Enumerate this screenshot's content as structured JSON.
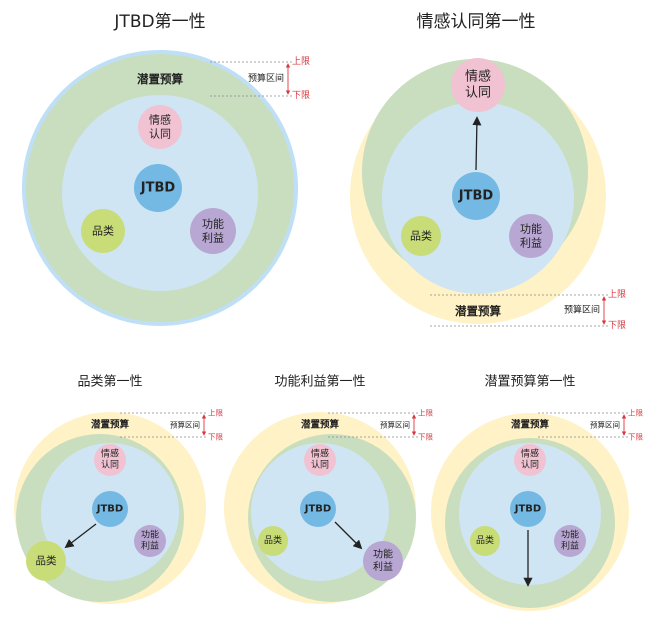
{
  "colors": {
    "yellow": "#FFF2C7",
    "green": "#C9DEBE",
    "blue": "#CFE5F3",
    "blueBorder": "#BEDFF5",
    "emotion": "#F1C2D2",
    "jtbd": "#74B9E3",
    "category": "#C8DC78",
    "function": "#B7A7D2",
    "text": "#222222",
    "red": "#D9373F",
    "dashed": "#8A8A8A"
  },
  "labels": {
    "emotion": [
      "情感",
      "认同"
    ],
    "jtbd": "JTBD",
    "category": "品类",
    "function": [
      "功能",
      "利益"
    ],
    "budget": "潜置预算",
    "range": "预算区间",
    "upper": "上限",
    "lower": "下限"
  },
  "diagrams": [
    {
      "id": "jtbd-first",
      "title": "JTBD第一性"
    },
    {
      "id": "emotion-first",
      "title": "情感认同第一性"
    },
    {
      "id": "category-first",
      "title": "品类第一性"
    },
    {
      "id": "function-first",
      "title": "功能利益第一性"
    },
    {
      "id": "budget-first",
      "title": "潜置预算第一性"
    }
  ]
}
